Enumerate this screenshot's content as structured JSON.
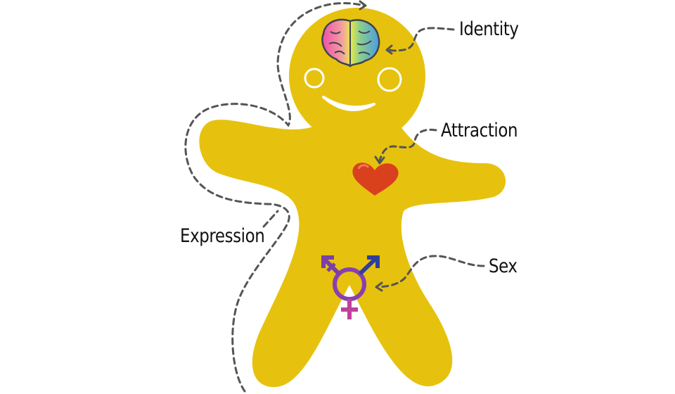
{
  "labels": {
    "identity": "Identity",
    "attraction": "Attraction",
    "expression": "Expression",
    "sex": "Sex"
  },
  "colors": {
    "body": "#E6C20E",
    "heart": "#D9401E",
    "symbol_purple": "#8A3FB0",
    "symbol_blue": "#2F3F9E",
    "symbol_pink": "#C0409C",
    "dash": "#555555"
  },
  "icons": [
    "brain-icon",
    "heart-icon",
    "transgender-symbol-icon"
  ]
}
